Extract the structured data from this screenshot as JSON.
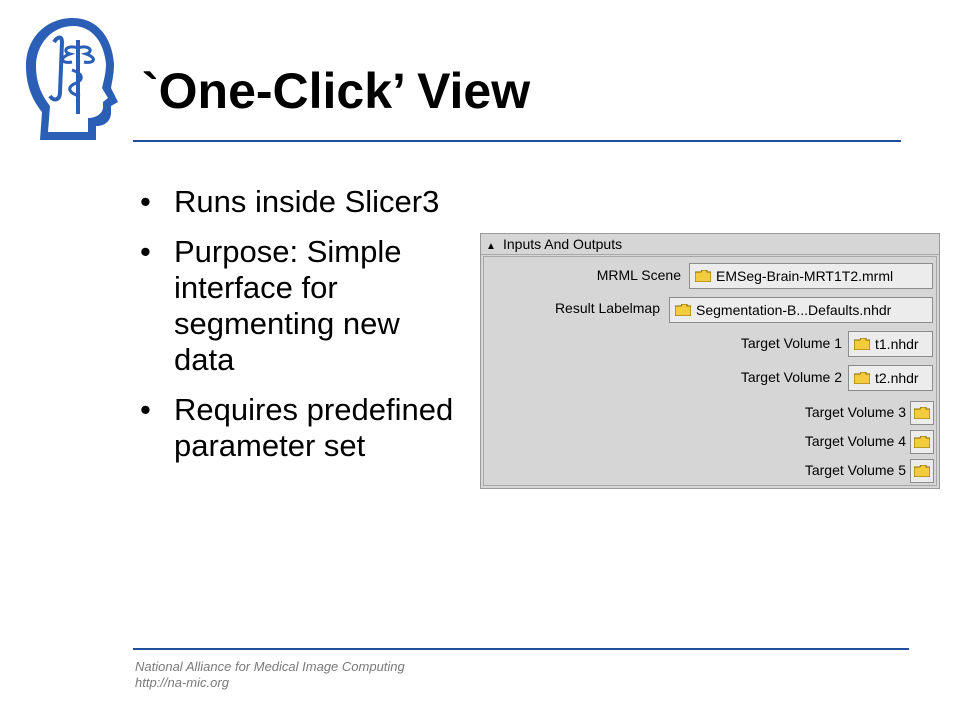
{
  "slide": {
    "title": "`One-Click’ View",
    "bullets": [
      "Runs inside Slicer3",
      "Purpose: Simple interface for segmenting new data",
      "Requires predefined parameter set"
    ],
    "bullet_glyph": "•"
  },
  "panel": {
    "header": "Inputs And Outputs",
    "rows": [
      {
        "label": "MRML Scene",
        "value": "EMSeg-Brain-MRT1T2.mrml"
      },
      {
        "label": "Result Labelmap",
        "value": "Segmentation-B...Defaults.nhdr"
      },
      {
        "label": "Target Volume 1",
        "value": "t1.nhdr"
      },
      {
        "label": "Target Volume 2",
        "value": "t2.nhdr"
      },
      {
        "label": "Target Volume 3",
        "value": ""
      },
      {
        "label": "Target Volume 4",
        "value": ""
      },
      {
        "label": "Target Volume 5",
        "value": ""
      }
    ]
  },
  "footer": {
    "line1": "National Alliance for Medical Image Computing",
    "line2": "http://na-mic.org"
  },
  "colors": {
    "accent": "#1f4f9b",
    "logo_blue": "#2a5fb5",
    "folder_yellow": "#f2cc3c"
  },
  "icons": {
    "logo": "namic-head-logo",
    "panel_toggle": "collapse-triangle-icon",
    "file": "folder-icon"
  }
}
